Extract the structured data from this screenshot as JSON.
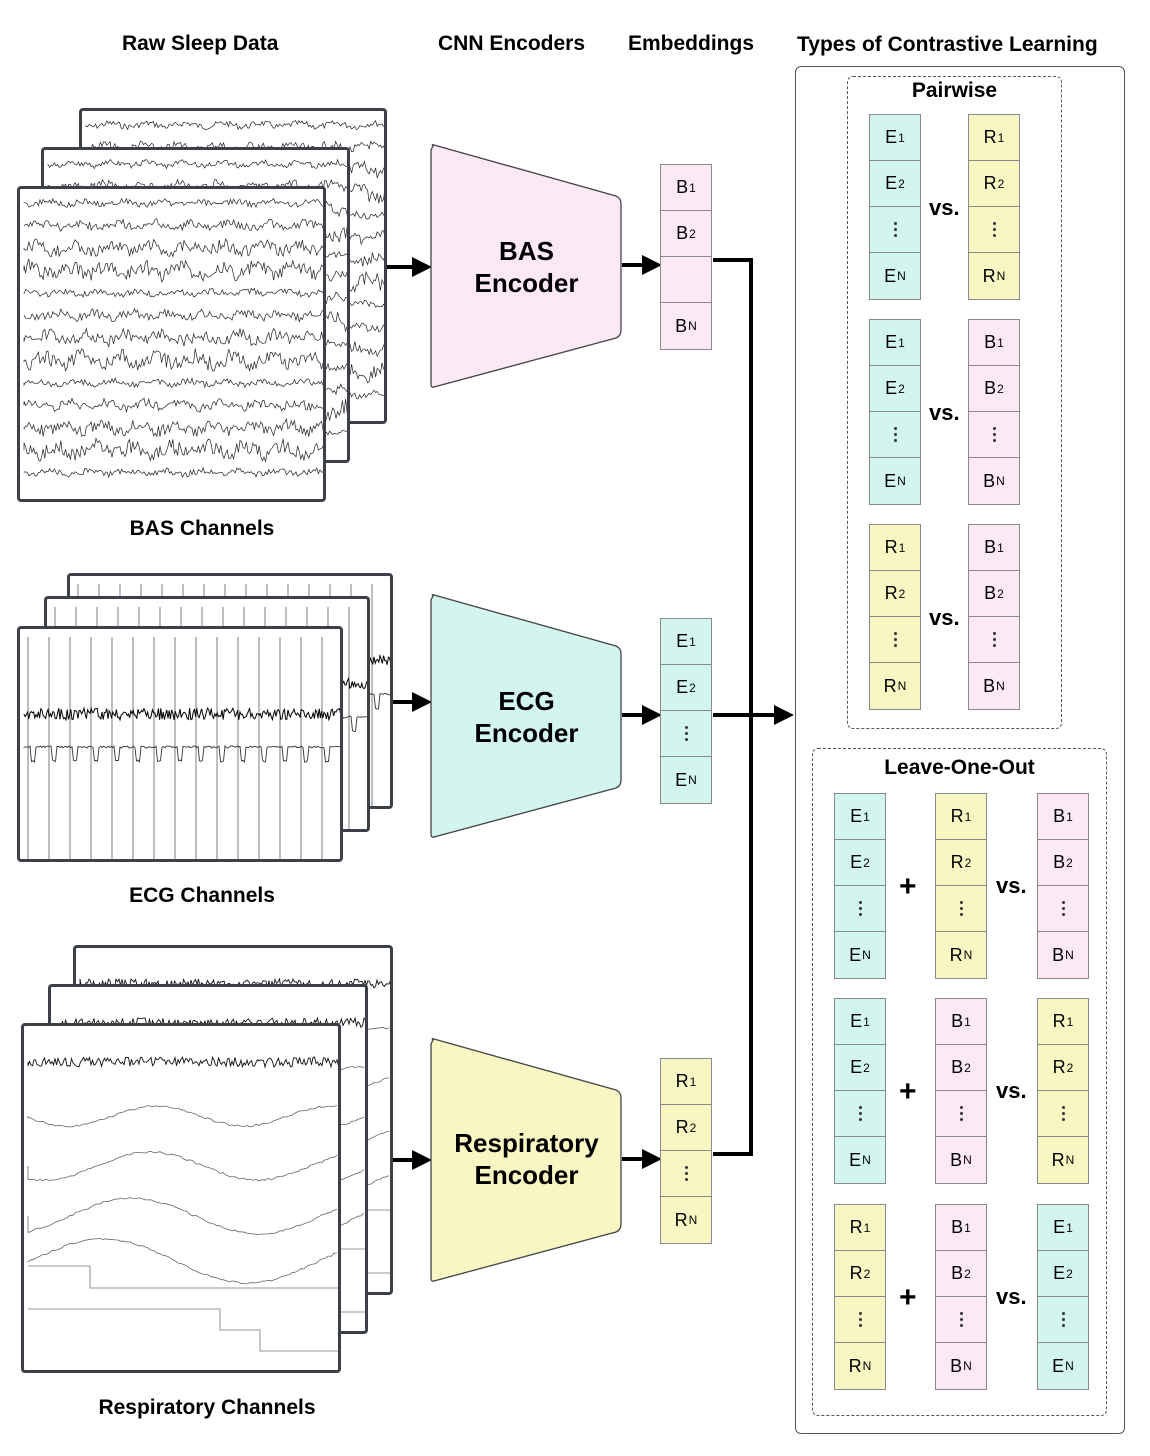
{
  "headers": {
    "raw": "Raw Sleep Data",
    "cnn": "CNN Encoders",
    "emb": "Embeddings",
    "types": "Types of Contrastive Learning"
  },
  "captions": {
    "bas": "BAS Channels",
    "ecg": "ECG Channels",
    "resp": "Respiratory Channels"
  },
  "encoders": {
    "bas": [
      "BAS",
      "Encoder"
    ],
    "ecg": [
      "ECG",
      "Encoder"
    ],
    "resp": [
      "Respiratory",
      "Encoder"
    ]
  },
  "colors": {
    "bas": "#fde9f6",
    "ecg": "#d3f5ef",
    "resp": "#f8f7c4",
    "sheet_border": "#3c4148",
    "wire": "#000000"
  },
  "embeddings": {
    "bas": [
      "B|1",
      "B|2",
      "",
      "B|N"
    ],
    "ecg": [
      "E|1",
      "E|2",
      "⋮",
      "E|N"
    ],
    "resp": [
      "R|1",
      "R|2",
      "⋮",
      "R|N"
    ]
  },
  "groups": {
    "pairwise_title": "Pairwise",
    "loo_title": "Leave-One-Out",
    "vs": "vs.",
    "plus": "+"
  },
  "stack_sets": {
    "E": [
      "E|1",
      "E|2",
      "⋮",
      "E|N"
    ],
    "R": [
      "R|1",
      "R|2",
      "⋮",
      "R|N"
    ],
    "B": [
      "B|1",
      "B|2",
      "⋮",
      "B|N"
    ]
  },
  "pairwise": [
    [
      "E",
      "R"
    ],
    [
      "E",
      "B"
    ],
    [
      "R",
      "B"
    ]
  ],
  "leave_one_out": [
    [
      "E",
      "R",
      "B"
    ],
    [
      "E",
      "B",
      "R"
    ],
    [
      "R",
      "B",
      "E"
    ]
  ],
  "signal_icons": [
    "bas-waveform-icon",
    "ecg-waveform-icon",
    "respiratory-waveform-icon"
  ]
}
